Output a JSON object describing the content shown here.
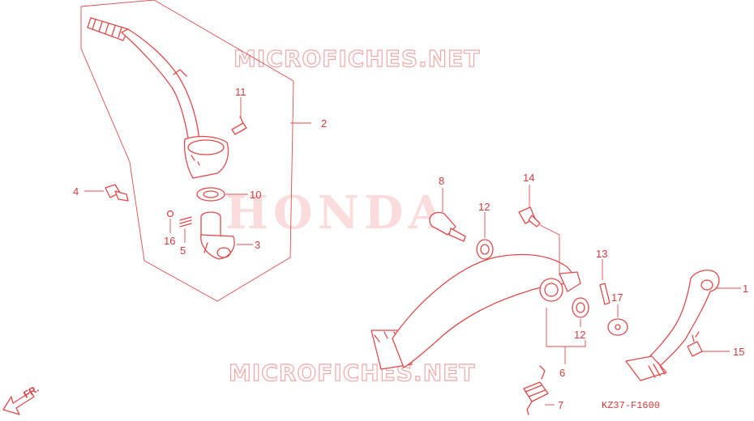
{
  "watermarks": {
    "top": "MICROFICHES.NET",
    "center": "HONDA",
    "bottom": "MICROFICHES.NET"
  },
  "diagram_code": "KZ37-F1600",
  "direction_label": "FR.",
  "callouts": {
    "c1": "1",
    "c2": "2",
    "c3": "3",
    "c4": "4",
    "c5": "5",
    "c6": "6",
    "c7": "7",
    "c8": "8",
    "c10": "10",
    "c11": "11",
    "c12a": "12",
    "c12b": "12",
    "c13": "13",
    "c14": "14",
    "c15": "15",
    "c16": "16",
    "c17": "17"
  },
  "colors": {
    "line": "#e24a4a",
    "text": "#d93c3c",
    "watermark": "#f2a7a7"
  }
}
